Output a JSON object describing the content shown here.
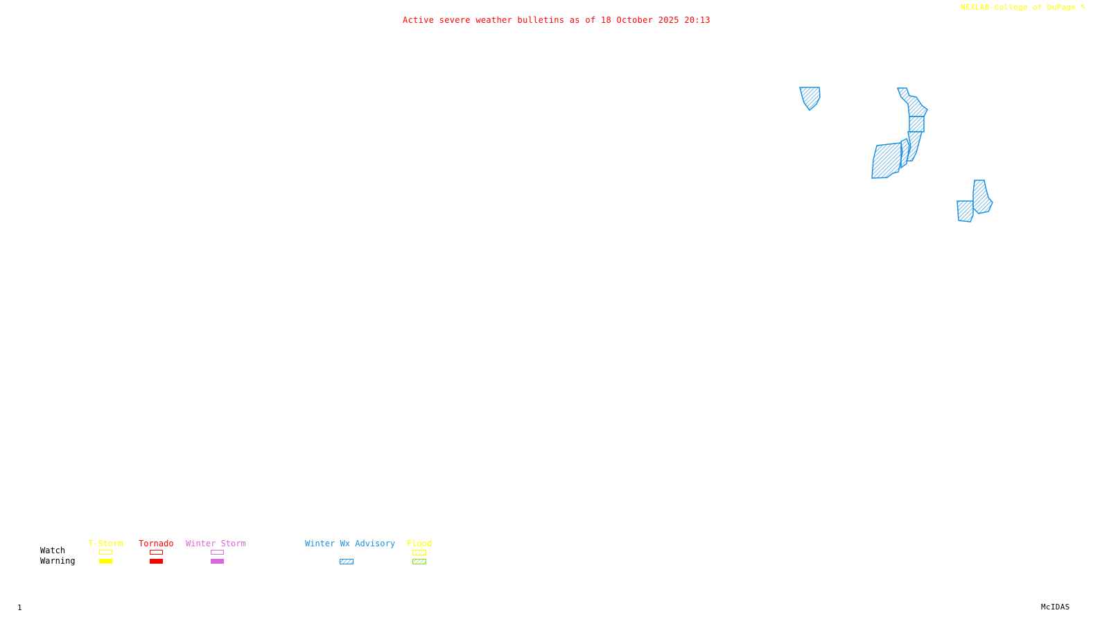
{
  "title": "Active severe weather bulletins as of 18 October 2025 20:13",
  "credit": "NEXLAB-College of DuPage",
  "credit_icon": "nexlab-logo-icon",
  "frame_number": "1",
  "software": "McIDAS",
  "legend": {
    "row_labels": {
      "watch": "Watch",
      "warning": "Warning"
    },
    "row_label_color": "#ff0000",
    "categories": [
      {
        "name": "T-Storm",
        "color": "#ffff00",
        "watch": "outline",
        "warning": "filled"
      },
      {
        "name": "Tornado",
        "color": "#ff0000",
        "watch": "outline",
        "warning": "filled"
      },
      {
        "name": "Winter Storm",
        "color": "#dd66dd",
        "watch": "outline",
        "warning": "filled"
      },
      {
        "name": "Winter Wx Advisory",
        "color": "#1a8fe0",
        "watch": "none",
        "warning": "hatched"
      },
      {
        "name": "Flood",
        "color": "#ffff00",
        "warning_color": "#88dd22",
        "watch": "hatched",
        "warning": "hatched"
      }
    ]
  },
  "active_areas": [
    {
      "type": "Winter Wx Advisory",
      "region": "northwest-cluster"
    },
    {
      "type": "Winter Wx Advisory",
      "region": "central-cluster"
    },
    {
      "type": "Winter Wx Advisory",
      "region": "southeast-cluster"
    }
  ],
  "colors": {
    "advisory": "#1a8fe0",
    "background": "#ffffff"
  }
}
